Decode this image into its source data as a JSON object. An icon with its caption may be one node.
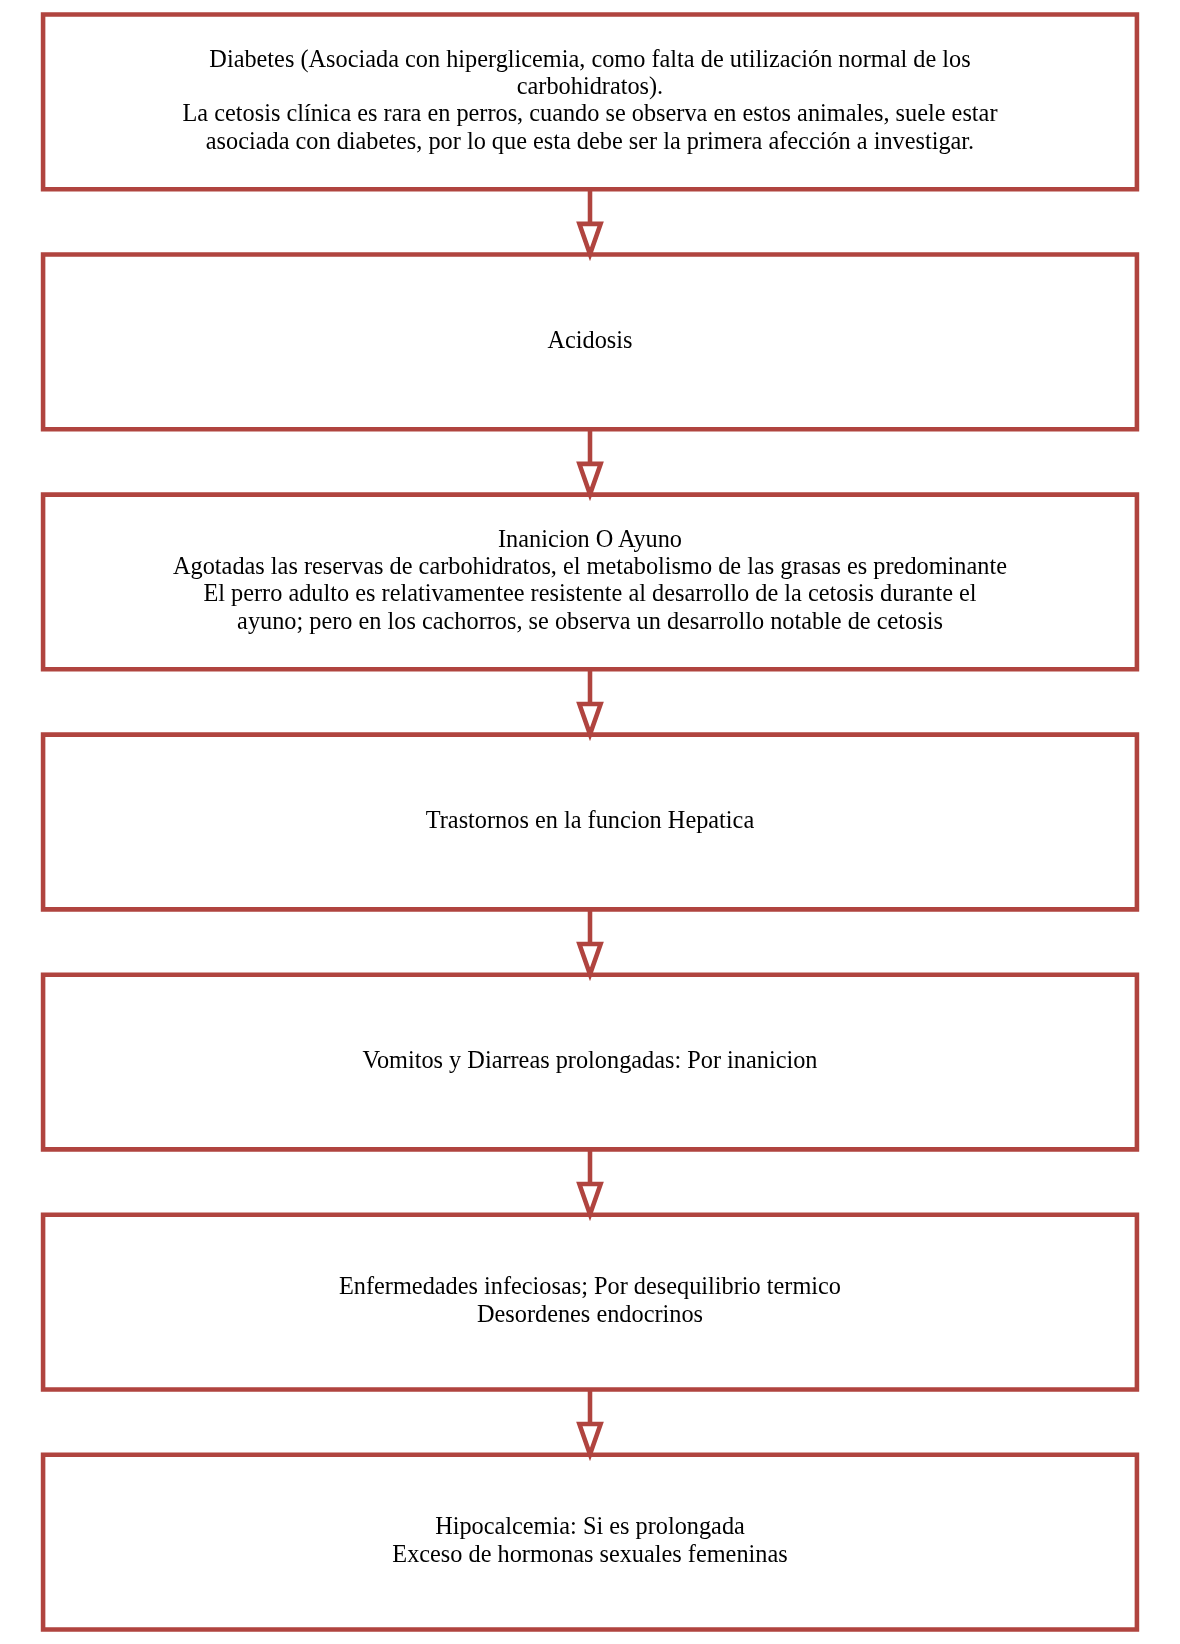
{
  "diagram": {
    "nodes": [
      {
        "text": [
          "Diabetes (Asociada con hiperglicemia, como falta de utilización normal de los carbohidratos).",
          "La cetosis clínica es rara en perros, cuando se observa en estos animales, suele estar asociada con diabetes, por lo que esta debe ser la primera afección a investigar."
        ]
      },
      {
        "text": [
          "Acidosis"
        ]
      },
      {
        "text": [
          "Inanicion O Ayuno",
          "Agotadas las reservas de carbohidratos, el metabolismo de las grasas es predominante",
          "El perro adulto es relativamentee resistente al desarrollo de la cetosis durante el ayuno; pero en los cachorros, se observa un desarrollo notable de cetosis"
        ]
      },
      {
        "text": [
          "Trastornos en la funcion Hepatica"
        ]
      },
      {
        "text": [
          "Vomitos y Diarreas prolongadas: Por inanicion"
        ]
      },
      {
        "text": [
          "Enfermedades infeciosas; Por desequilibrio termico",
          "Desordenes endocrinos"
        ]
      },
      {
        "text": [
          "Hipocalcemia: Si es prolongada",
          "Exceso de hormonas sexuales femeninas"
        ]
      }
    ],
    "edges": [
      {
        "from": 0,
        "to": 1,
        "arrow": "to"
      },
      {
        "from": 1,
        "to": 2,
        "arrow": "to"
      },
      {
        "from": 2,
        "to": 3,
        "arrow": "to"
      },
      {
        "from": 3,
        "to": 4,
        "arrow": "to"
      },
      {
        "from": 4,
        "to": 5,
        "arrow": "to"
      },
      {
        "from": 5,
        "to": 6,
        "arrow": "to"
      }
    ]
  }
}
